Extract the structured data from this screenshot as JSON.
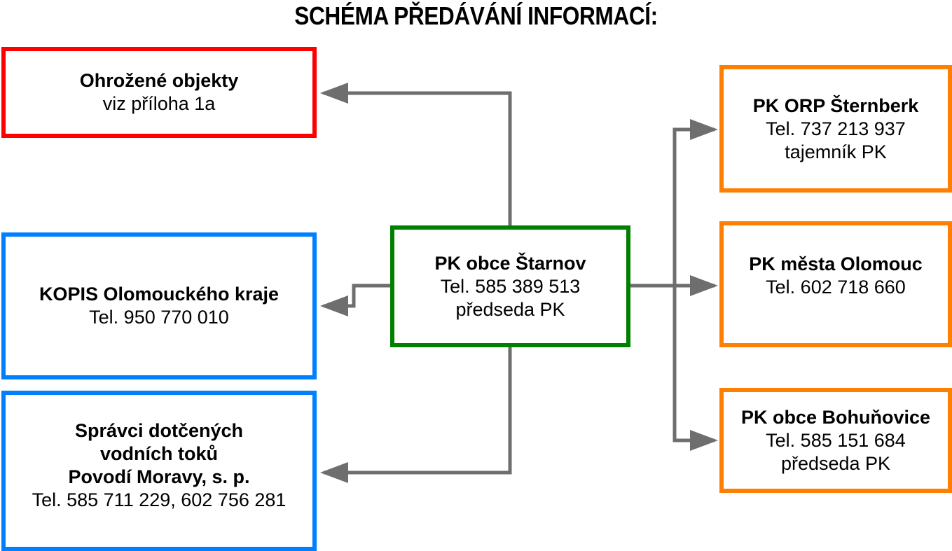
{
  "title": "SCHÉMA PŘEDÁVÁNÍ INFORMACÍ:",
  "colors": {
    "threatened": "#ff0000",
    "regional": "#0080ff",
    "center": "#008000",
    "neighbors": "#ff8000",
    "arrows": "#6e6e6e"
  },
  "center": {
    "name": "PK obce Štarnov",
    "phone": "Tel. 585 389 513",
    "role": "předseda PK"
  },
  "threatened": {
    "name": "Ohrožené objekty",
    "note": "viz příloha 1a"
  },
  "kopis": {
    "name": "KOPIS Olomouckého kraje",
    "phone": "Tel. 950 770 010"
  },
  "water": {
    "line1": "Správci dotčených",
    "line2": "vodních toků",
    "line3": "Povodí Moravy, s. p.",
    "phone": "Tel. 585 711 229, 602 756 281"
  },
  "sternberk": {
    "name": "PK ORP Šternberk",
    "phone": "Tel. 737 213 937",
    "role": "tajemník PK"
  },
  "olomouc": {
    "name": "PK města Olomouc",
    "phone": "Tel. 602 718 660"
  },
  "bohunovice": {
    "name": "PK obce Bohuňovice",
    "phone": "Tel. 585 151 684",
    "role": "předseda PK"
  },
  "edges": [
    {
      "from": "center",
      "to": "threatened"
    },
    {
      "from": "center",
      "to": "kopis"
    },
    {
      "from": "center",
      "to": "water"
    },
    {
      "from": "center",
      "to": "sternberk"
    },
    {
      "from": "center",
      "to": "olomouc"
    },
    {
      "from": "center",
      "to": "bohunovice"
    }
  ]
}
